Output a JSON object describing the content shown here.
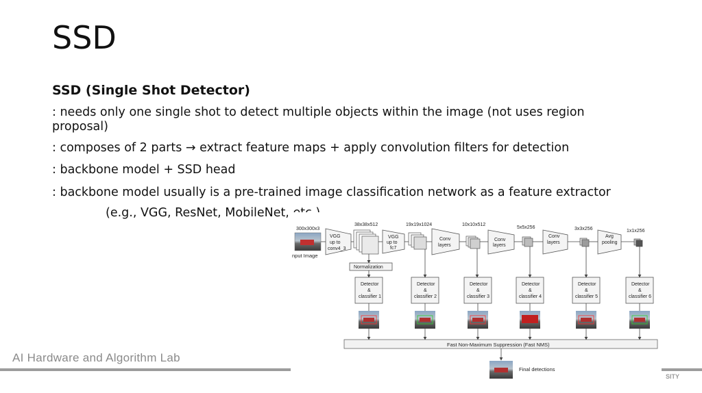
{
  "slide": {
    "title": "SSD",
    "subtitle": "SSD (Single Shot Detector)",
    "bullets": [
      ": needs only one single shot to detect multiple objects within the image (not uses region proposal)",
      ": composes of 2 parts → extract feature maps + apply convolution filters for detection",
      ": backbone model  + SSD head",
      ": backbone model usually is a pre-trained image classification network as a feature extractor"
    ],
    "example": "(e.g., VGG, ResNet, MobileNet, etc.)"
  },
  "diagram": {
    "input_size": "300x300x3",
    "input_label": "nput Image",
    "feature_sizes": [
      "38x38x512",
      "19x19x1024",
      "10x10x512",
      "5x5x256",
      "3x3x256",
      "1x1x256"
    ],
    "blocks": [
      "VGG up to conv4_3",
      "VGG up to fc7",
      "Conv layers",
      "Conv layers",
      "Conv layers",
      "Avg pooling"
    ],
    "normalization": "Normalization",
    "detectors": [
      "Detector & classifier 1",
      "Detector & classifier 2",
      "Detector & classifier 3",
      "Detector & classifier 4",
      "Detector & classifier 5",
      "Detector & classifier 6"
    ],
    "nms": "Fast Non-Maximum Suppression (Fast NMS)",
    "final": "Final detections"
  },
  "footer": {
    "lab": "AI Hardware and Algorithm Lab",
    "university_fragment": "SITY"
  }
}
